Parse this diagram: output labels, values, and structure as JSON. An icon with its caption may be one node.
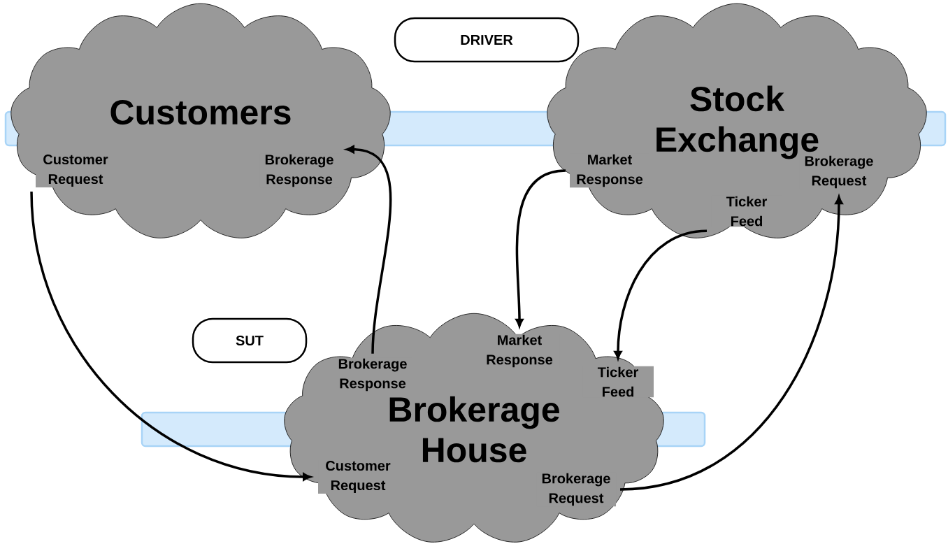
{
  "diagram": {
    "nodes": [
      {
        "text": [
          "Customers"
        ]
      },
      {
        "text": [
          "Customer Request"
        ],
        "in": 0
      },
      {
        "text": [
          "Brokerage Response"
        ],
        "in": 0
      },
      {
        "text": [
          "Stock Exchange"
        ]
      },
      {
        "text": [
          "Market Response"
        ],
        "in": 3
      },
      {
        "text": [
          "Ticker Feed"
        ],
        "in": 3
      },
      {
        "text": [
          "Brokerage Request"
        ],
        "in": 3
      },
      {
        "text": [
          "Brokerage House"
        ]
      },
      {
        "text": [
          "Brokerage Response"
        ],
        "in": 7
      },
      {
        "text": [
          "Market Response"
        ],
        "in": 7
      },
      {
        "text": [
          "Ticker Feed"
        ],
        "in": 7
      },
      {
        "text": [
          "Customer Request"
        ],
        "in": 7
      },
      {
        "text": [
          "Brokerage Request"
        ],
        "in": 7
      },
      {
        "text": [
          "DRIVER"
        ]
      },
      {
        "text": [
          "SUT"
        ]
      }
    ],
    "edges": [
      {
        "from": 1,
        "to": 11,
        "arrow": "to"
      },
      {
        "from": 8,
        "to": 2,
        "arrow": "to"
      },
      {
        "from": 4,
        "to": 9,
        "arrow": "to"
      },
      {
        "from": 5,
        "to": 10,
        "arrow": "to"
      },
      {
        "from": 12,
        "to": 6,
        "arrow": "to"
      }
    ]
  }
}
